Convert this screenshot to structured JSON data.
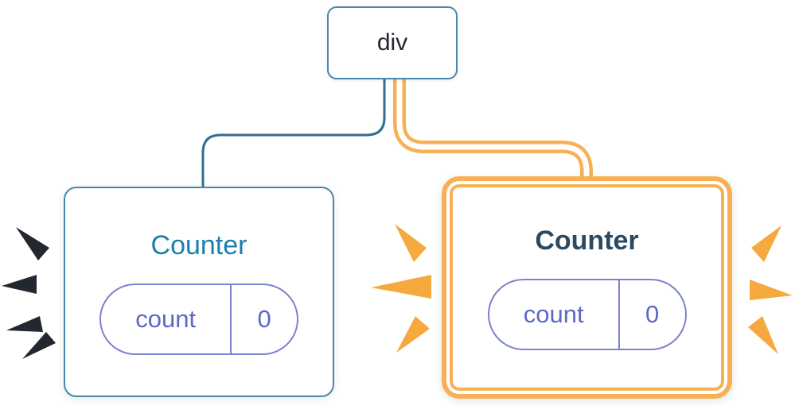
{
  "diagram": {
    "description": "Component tree: a div parent with two Counter children, each holding state count = 0; the right Counter is highlighted",
    "root": {
      "label": "div"
    },
    "children": [
      {
        "name": "Counter",
        "state_key": "count",
        "state_value": "0",
        "highlighted": false
      },
      {
        "name": "Counter",
        "state_key": "count",
        "state_value": "0",
        "highlighted": true
      }
    ],
    "colors": {
      "blue_line": "#2f6e8f",
      "blue_border": "#4788ab",
      "blue_title": "#1b7fae",
      "dark_text": "#23272f",
      "dark_title": "#2a4a63",
      "purple_text": "#5d67c9",
      "purple_border": "#7c82cf",
      "orange_highlight": "#f8b054",
      "orange_burst": "#f5a93f",
      "dark_burst": "#23272f"
    }
  }
}
